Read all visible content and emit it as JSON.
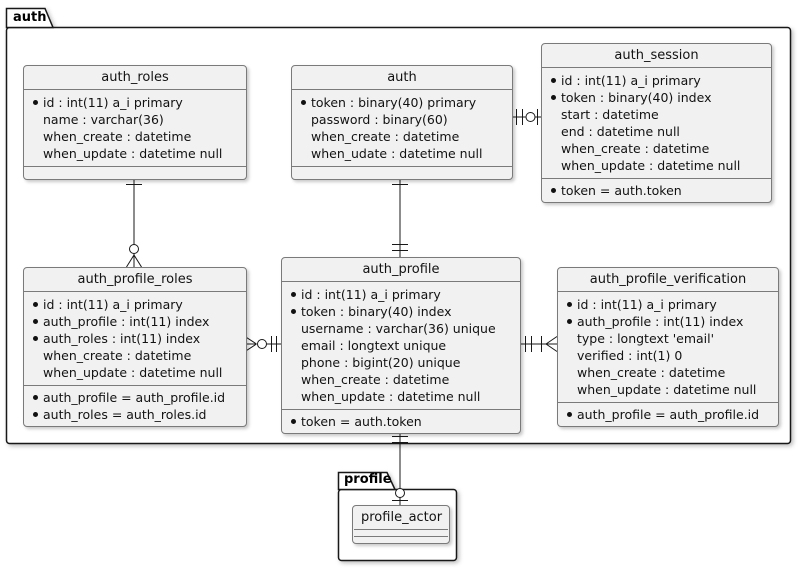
{
  "diagram": {
    "packages": [
      {
        "id": "auth",
        "label": "auth"
      },
      {
        "id": "profile",
        "label": "profile"
      }
    ],
    "tables": [
      {
        "id": "auth_roles",
        "title": "auth_roles",
        "fields": [
          {
            "bullet": true,
            "text": "id : int(11) a_i primary"
          },
          {
            "bullet": false,
            "text": "name : varchar(36)"
          },
          {
            "bullet": false,
            "text": "when_create : datetime"
          },
          {
            "bullet": false,
            "text": "when_update : datetime null"
          }
        ],
        "constraints": []
      },
      {
        "id": "auth",
        "title": "auth",
        "fields": [
          {
            "bullet": true,
            "text": "token : binary(40) primary"
          },
          {
            "bullet": false,
            "text": "password : binary(60)"
          },
          {
            "bullet": false,
            "text": "when_create : datetime"
          },
          {
            "bullet": false,
            "text": "when_udate : datetime null"
          }
        ],
        "constraints": []
      },
      {
        "id": "auth_session",
        "title": "auth_session",
        "fields": [
          {
            "bullet": true,
            "text": "id : int(11) a_i primary"
          },
          {
            "bullet": true,
            "text": "token : binary(40) index"
          },
          {
            "bullet": false,
            "text": "start : datetime"
          },
          {
            "bullet": false,
            "text": "end : datetime null"
          },
          {
            "bullet": false,
            "text": "when_create : datetime"
          },
          {
            "bullet": false,
            "text": "when_update : datetime null"
          }
        ],
        "constraints": [
          {
            "bullet": true,
            "text": "token = auth.token"
          }
        ]
      },
      {
        "id": "auth_profile_roles",
        "title": "auth_profile_roles",
        "fields": [
          {
            "bullet": true,
            "text": "id : int(11) a_i primary"
          },
          {
            "bullet": true,
            "text": "auth_profile : int(11) index"
          },
          {
            "bullet": true,
            "text": "auth_roles : int(11) index"
          },
          {
            "bullet": false,
            "text": "when_create : datetime"
          },
          {
            "bullet": false,
            "text": "when_update : datetime null"
          }
        ],
        "constraints": [
          {
            "bullet": true,
            "text": "auth_profile = auth_profile.id"
          },
          {
            "bullet": true,
            "text": "auth_roles = auth_roles.id"
          }
        ]
      },
      {
        "id": "auth_profile",
        "title": "auth_profile",
        "fields": [
          {
            "bullet": true,
            "text": "id : int(11) a_i primary"
          },
          {
            "bullet": true,
            "text": "token : binary(40) index"
          },
          {
            "bullet": false,
            "text": "username : varchar(36) unique"
          },
          {
            "bullet": false,
            "text": "email : longtext unique"
          },
          {
            "bullet": false,
            "text": "phone : bigint(20) unique"
          },
          {
            "bullet": false,
            "text": "when_create : datetime"
          },
          {
            "bullet": false,
            "text": "when_update : datetime null"
          }
        ],
        "constraints": [
          {
            "bullet": true,
            "text": "token = auth.token"
          }
        ]
      },
      {
        "id": "auth_profile_verification",
        "title": "auth_profile_verification",
        "fields": [
          {
            "bullet": true,
            "text": "id : int(11) a_i primary"
          },
          {
            "bullet": true,
            "text": "auth_profile : int(11) index"
          },
          {
            "bullet": false,
            "text": "type : longtext 'email'"
          },
          {
            "bullet": false,
            "text": "verified : int(1) 0"
          },
          {
            "bullet": false,
            "text": "when_create : datetime"
          },
          {
            "bullet": false,
            "text": "when_update : datetime null"
          }
        ],
        "constraints": [
          {
            "bullet": true,
            "text": "auth_profile = auth_profile.id"
          }
        ]
      },
      {
        "id": "profile_actor",
        "title": "profile_actor",
        "fields": [],
        "constraints": [],
        "empty_rows": 2
      }
    ],
    "relations": [
      {
        "from": "auth_roles",
        "to": "auth_profile_roles",
        "from_card": "1",
        "to_card": "0..*"
      },
      {
        "from": "auth",
        "to": "auth_profile",
        "from_card": "1",
        "to_card": "1"
      },
      {
        "from": "auth",
        "to": "auth_session",
        "from_card": "1",
        "to_card": "0..1"
      },
      {
        "from": "auth_profile_roles",
        "to": "auth_profile",
        "from_card": "0..*",
        "to_card": "1"
      },
      {
        "from": "auth_profile",
        "to": "auth_profile_verification",
        "from_card": "1",
        "to_card": "1..*"
      },
      {
        "from": "auth_profile",
        "to": "profile_actor",
        "from_card": "1",
        "to_card": "0..1"
      }
    ],
    "colors": {
      "table_fill": "#f1f1f1",
      "table_border": "#7a7a7a",
      "package_border": "#181818",
      "line": "#181818",
      "text": "#121212",
      "background": "#ffffff"
    }
  }
}
